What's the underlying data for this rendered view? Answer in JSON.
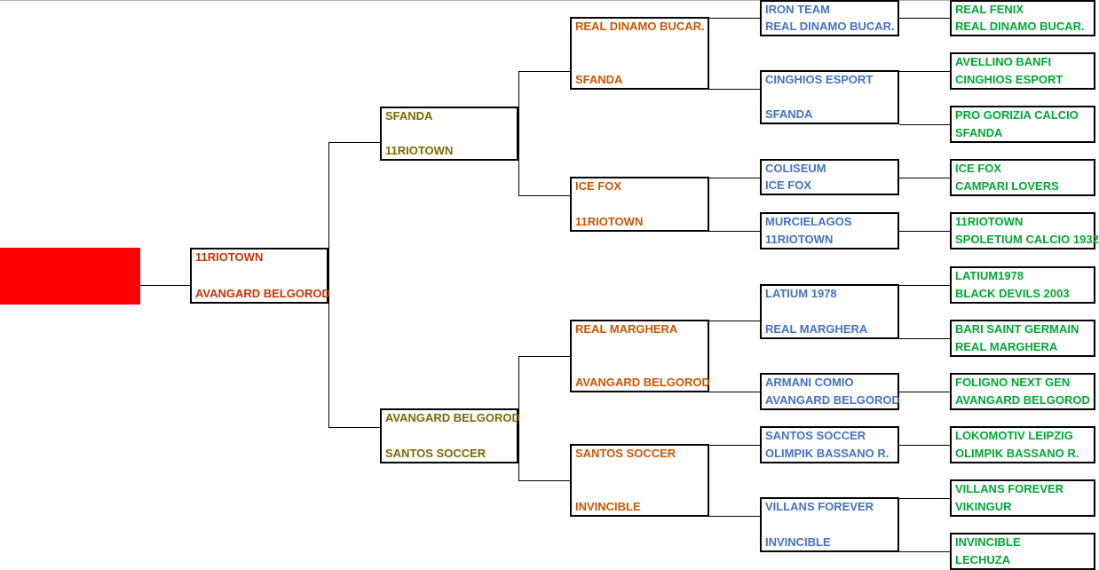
{
  "colors": {
    "champion": "#ff0000",
    "final": "#cc3300",
    "semifinal": "#806600",
    "quarterfinal": "#cc5500",
    "round_of_16": "#4472c4",
    "round_of_32": "#00a833"
  },
  "champion": "",
  "final": {
    "team1": "11RIOTOWN",
    "team2": "AVANGARD BELGOROD"
  },
  "semifinals": [
    {
      "team1": "SFANDA",
      "team2": "11RIOTOWN"
    },
    {
      "team1": "AVANGARD BELGOROD",
      "team2": "SANTOS SOCCER"
    }
  ],
  "quarterfinals": [
    {
      "team1": "REAL DINAMO BUCAR.",
      "team2": "SFANDA"
    },
    {
      "team1": "ICE FOX",
      "team2": "11RIOTOWN"
    },
    {
      "team1": "REAL MARGHERA",
      "team2": "AVANGARD BELGOROD"
    },
    {
      "team1": "SANTOS SOCCER",
      "team2": "INVINCIBLE"
    }
  ],
  "round_of_16": [
    {
      "team1": "IRON TEAM",
      "team2": "REAL DINAMO BUCAR."
    },
    {
      "team1": "CINGHIOS ESPORT",
      "team2": "SFANDA"
    },
    {
      "team1": "COLISEUM",
      "team2": "ICE FOX"
    },
    {
      "team1": "MURCIELAGOS",
      "team2": "11RIOTOWN"
    },
    {
      "team1": "LATIUM 1978",
      "team2": "REAL MARGHERA"
    },
    {
      "team1": "ARMANI COMIO",
      "team2": "AVANGARD BELGOROD"
    },
    {
      "team1": "SANTOS SOCCER",
      "team2": "OLIMPIK BASSANO R."
    },
    {
      "team1": "VILLANS FOREVER",
      "team2": "INVINCIBLE"
    }
  ],
  "round_of_32": [
    {
      "team1": "REAL FENIX",
      "team2": "REAL DINAMO BUCAR."
    },
    {
      "team1": "AVELLINO BANFI",
      "team2": "CINGHIOS ESPORT"
    },
    {
      "team1": "PRO GORIZIA CALCIO",
      "team2": "SFANDA"
    },
    {
      "team1": "ICE FOX",
      "team2": "CAMPARI LOVERS"
    },
    {
      "team1": "11RIOTOWN",
      "team2": "SPOLETIUM CALCIO 1932"
    },
    {
      "team1": "LATIUM1978",
      "team2": "BLACK DEVILS 2003"
    },
    {
      "team1": "BARI SAINT GERMAIN",
      "team2": "REAL MARGHERA"
    },
    {
      "team1": "FOLIGNO NEXT GEN",
      "team2": "AVANGARD BELGOROD"
    },
    {
      "team1": "LOKOMOTIV LEIPZIG",
      "team2": "OLIMPIK BASSANO R."
    },
    {
      "team1": "VILLANS FOREVER",
      "team2": "VIKINGUR"
    },
    {
      "team1": "INVINCIBLE",
      "team2": "LECHUZA"
    }
  ]
}
